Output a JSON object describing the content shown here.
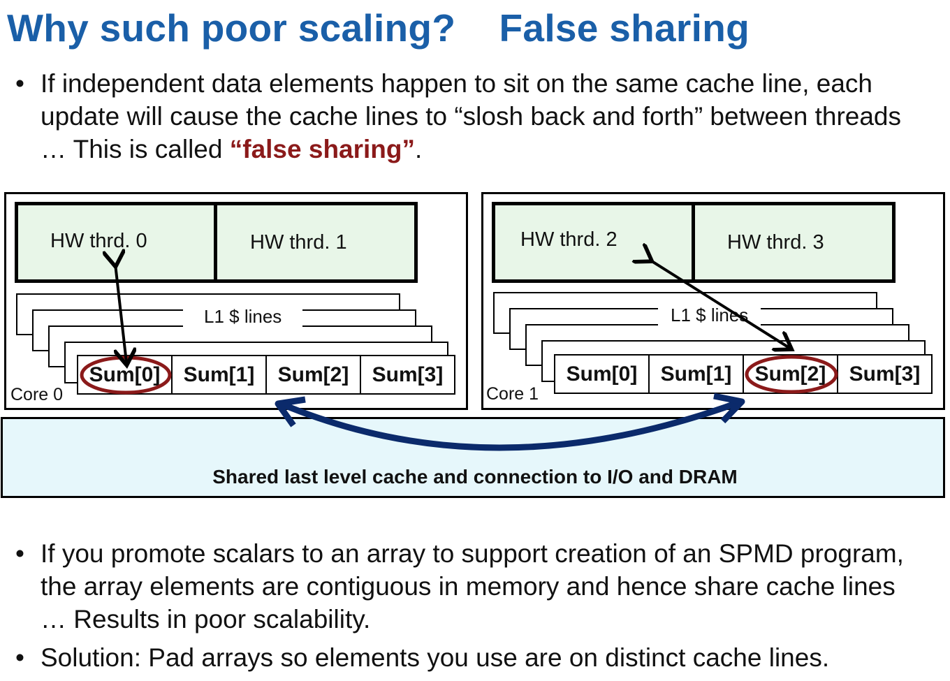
{
  "title": "Why such poor scaling?    False sharing",
  "bullets_top": [
    {
      "text_before": "If independent data elements happen to sit on the same cache line, each\nupdate will cause the cache lines to “slosh back and forth” between threads\n… This is called ",
      "highlight": "“false sharing”",
      "text_after": "."
    }
  ],
  "bullet_symbol": "•",
  "diagram": {
    "cores": [
      {
        "label": "Core 0",
        "threads": [
          "HW thrd. 0",
          "HW thrd. 1"
        ],
        "l1_label": "L1 $ lines",
        "sums": [
          "Sum[0]",
          "Sum[1]",
          "Sum[2]",
          "Sum[3]"
        ],
        "highlighted_sum": "Sum[0]"
      },
      {
        "label": "Core 1",
        "threads": [
          "HW thrd. 2",
          "HW thrd. 3"
        ],
        "l1_label": "L1 $ lines",
        "sums": [
          "Sum[0]",
          "Sum[1]",
          "Sum[2]",
          "Sum[3]"
        ],
        "highlighted_sum": "Sum[2]"
      }
    ],
    "shared_cache_label": "Shared last level cache and connection to I/O and DRAM",
    "colors": {
      "thread_fill": "#e8f6e8",
      "shared_cache_fill": "#e6f7fb",
      "highlight_ring": "#8b1a1a",
      "slosh_arrow": "#0b2a6b"
    }
  },
  "bullets_bottom": [
    "If you promote scalars to an array to support creation of an SPMD program,\nthe array elements are contiguous in memory and hence share cache lines\n… Results in poor scalability.",
    "Solution: Pad arrays so elements you use are on distinct cache lines."
  ]
}
